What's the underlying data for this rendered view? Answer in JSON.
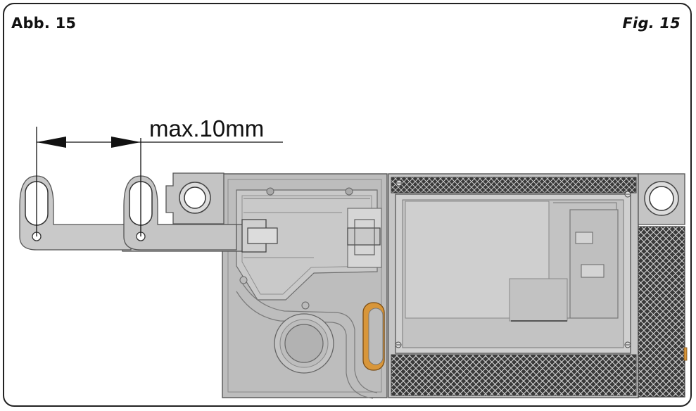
{
  "figure": {
    "label_de": "Abb. 15",
    "label_en": "Fig. 15",
    "dimension_text": "max.10mm"
  }
}
